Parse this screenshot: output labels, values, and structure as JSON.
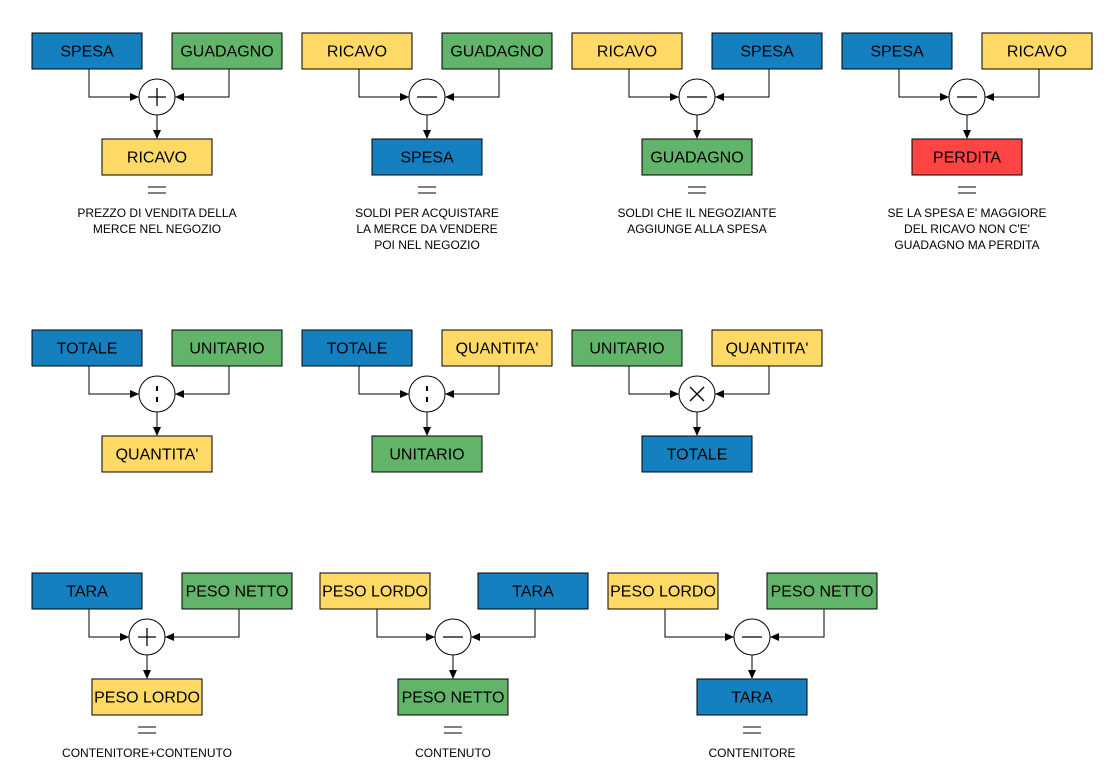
{
  "colors": {
    "blue": "#1480C0",
    "green": "#62B46A",
    "yellow": "#FFD966",
    "red": "#FF4444",
    "stroke": "#000000"
  },
  "diagrams": [
    {
      "id": "ricavo-sum",
      "inputs": [
        {
          "label": "SPESA",
          "color": "blue"
        },
        {
          "label": "GUADAGNO",
          "color": "green"
        }
      ],
      "operator": "plus",
      "output": {
        "label": "RICAVO",
        "color": "yellow"
      },
      "equals": true,
      "note": [
        "PREZZO DI VENDITA DELLA",
        "MERCE NEL NEGOZIO"
      ]
    },
    {
      "id": "spesa-diff",
      "inputs": [
        {
          "label": "RICAVO",
          "color": "yellow"
        },
        {
          "label": "GUADAGNO",
          "color": "green"
        }
      ],
      "operator": "minus",
      "output": {
        "label": "SPESA",
        "color": "blue"
      },
      "equals": true,
      "note": [
        "SOLDI PER ACQUISTARE",
        "LA MERCE DA VENDERE",
        "POI NEL NEGOZIO"
      ]
    },
    {
      "id": "guadagno-diff",
      "inputs": [
        {
          "label": "RICAVO",
          "color": "yellow"
        },
        {
          "label": "SPESA",
          "color": "blue"
        }
      ],
      "operator": "minus",
      "output": {
        "label": "GUADAGNO",
        "color": "green"
      },
      "equals": true,
      "note": [
        "SOLDI CHE IL NEGOZIANTE",
        "AGGIUNGE ALLA SPESA"
      ]
    },
    {
      "id": "perdita-diff",
      "inputs": [
        {
          "label": "SPESA",
          "color": "blue"
        },
        {
          "label": "RICAVO",
          "color": "yellow"
        }
      ],
      "operator": "minus",
      "output": {
        "label": "PERDITA",
        "color": "red"
      },
      "equals": true,
      "note": [
        "SE LA SPESA E' MAGGIORE",
        "DEL RICAVO NON C'E'",
        "GUADAGNO MA PERDITA"
      ]
    },
    {
      "id": "quantita-div",
      "inputs": [
        {
          "label": "TOTALE",
          "color": "blue"
        },
        {
          "label": "UNITARIO",
          "color": "green"
        }
      ],
      "operator": "divide",
      "output": {
        "label": "QUANTITA'",
        "color": "yellow"
      },
      "equals": false,
      "note": []
    },
    {
      "id": "unitario-div",
      "inputs": [
        {
          "label": "TOTALE",
          "color": "blue"
        },
        {
          "label": "QUANTITA'",
          "color": "yellow"
        }
      ],
      "operator": "divide",
      "output": {
        "label": "UNITARIO",
        "color": "green"
      },
      "equals": false,
      "note": []
    },
    {
      "id": "totale-mul",
      "inputs": [
        {
          "label": "UNITARIO",
          "color": "green"
        },
        {
          "label": "QUANTITA'",
          "color": "yellow"
        }
      ],
      "operator": "times",
      "output": {
        "label": "TOTALE",
        "color": "blue"
      },
      "equals": false,
      "note": []
    },
    {
      "id": "lordo-sum",
      "inputs": [
        {
          "label": "TARA",
          "color": "blue"
        },
        {
          "label": "PESO NETTO",
          "color": "green"
        }
      ],
      "operator": "plus",
      "output": {
        "label": "PESO LORDO",
        "color": "yellow"
      },
      "equals": true,
      "note": [
        "CONTENITORE+CONTENUTO"
      ]
    },
    {
      "id": "netto-diff",
      "inputs": [
        {
          "label": "PESO LORDO",
          "color": "yellow"
        },
        {
          "label": "TARA",
          "color": "blue"
        }
      ],
      "operator": "minus",
      "output": {
        "label": "PESO NETTO",
        "color": "green"
      },
      "equals": true,
      "note": [
        "CONTENUTO"
      ]
    },
    {
      "id": "tara-diff",
      "inputs": [
        {
          "label": "PESO LORDO",
          "color": "yellow"
        },
        {
          "label": "PESO NETTO",
          "color": "green"
        }
      ],
      "operator": "minus",
      "output": {
        "label": "TARA",
        "color": "blue"
      },
      "equals": true,
      "note": [
        "CONTENITORE"
      ]
    }
  ]
}
